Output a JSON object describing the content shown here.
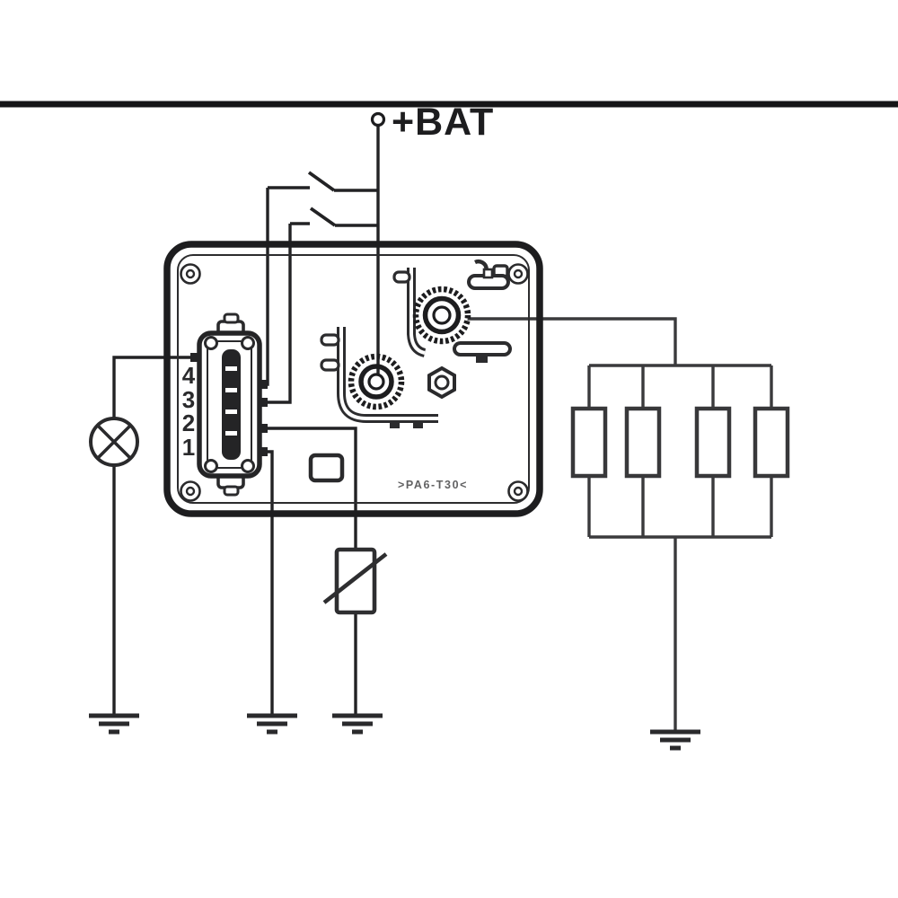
{
  "diagram": {
    "type": "wiring-schematic",
    "description": "Glow plug control relay wiring diagram",
    "battery_label": "+BAT",
    "relay_marking": ">PA6-T30<",
    "connector_pins": [
      "4",
      "3",
      "2",
      "1"
    ],
    "components": [
      "battery-positive-terminal",
      "switch-contact-upper",
      "switch-contact-lower",
      "relay-module-housing",
      "four-pin-connector",
      "center-stud-terminal",
      "right-stud-terminal",
      "hex-nut",
      "indicator-lamp",
      "temperature-sensor",
      "glow-plug-1",
      "glow-plug-2",
      "glow-plug-3",
      "glow-plug-4",
      "ground-lamp",
      "ground-pin1",
      "ground-sensor",
      "ground-glow-plugs"
    ],
    "colors": {
      "background": "#ffffff",
      "ink": "#1d1d1f",
      "component_gray": "#38383a"
    }
  }
}
